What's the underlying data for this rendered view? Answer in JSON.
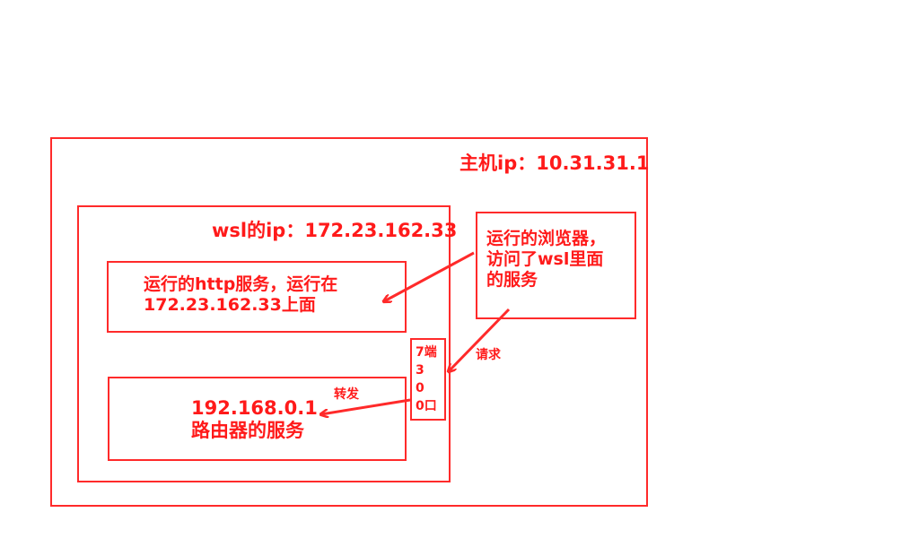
{
  "host": {
    "label": "主机ip：10.31.31.1"
  },
  "wsl": {
    "label": "wsl的ip：172.23.162.33"
  },
  "http_service": {
    "line1": "运行的http服务，运行在",
    "line2": "172.23.162.33上面"
  },
  "router_service": {
    "line1": "192.168.0.1",
    "line2": "路由器的服务"
  },
  "browser": {
    "line1": "运行的浏览器，",
    "line2": "访问了wsl里面",
    "line3": "的服务"
  },
  "port": {
    "lines": [
      "7端",
      "3",
      "0",
      "0口"
    ]
  },
  "edges": {
    "request": "请求",
    "forward": "转发"
  },
  "colors": {
    "stroke": "#ff2a2a",
    "text": "#ff1a1a"
  }
}
